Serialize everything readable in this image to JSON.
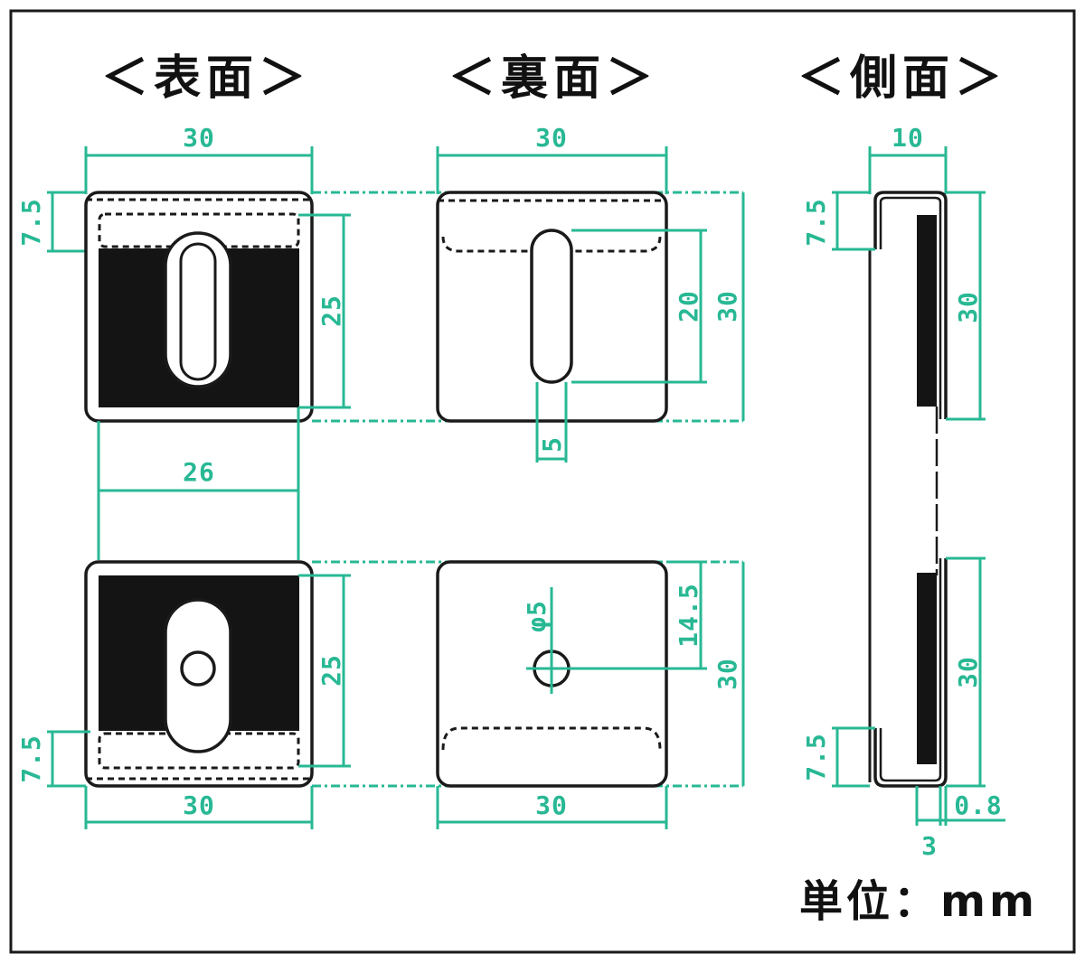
{
  "views": {
    "front": "＜表面＞",
    "back": "＜裏面＞",
    "side": "＜側面＞"
  },
  "unit": "単位：mm",
  "dimensions": {
    "front_top_width": "30",
    "front_top_flap": "7.5",
    "front_top_height": "25",
    "front_inner_width": "26",
    "front_bottom_height": "25",
    "front_bottom_flap": "7.5",
    "front_bottom_width": "30",
    "back_top_width": "30",
    "back_slot_length": "20",
    "back_top_height": "30",
    "back_slot_width": "5",
    "back_hole_offset": "14.5",
    "back_hole_dia": "φ5",
    "back_bottom_height": "30",
    "back_bottom_width": "30",
    "side_width": "10",
    "side_top_flap": "7.5",
    "side_top_height": "30",
    "side_bottom_height": "30",
    "side_bottom_flap": "7.5",
    "side_thickness": "0.8",
    "side_depth": "3"
  },
  "colors": {
    "dimension": "#28b894",
    "outline": "#1a1a1a",
    "fill_black": "#141414"
  }
}
